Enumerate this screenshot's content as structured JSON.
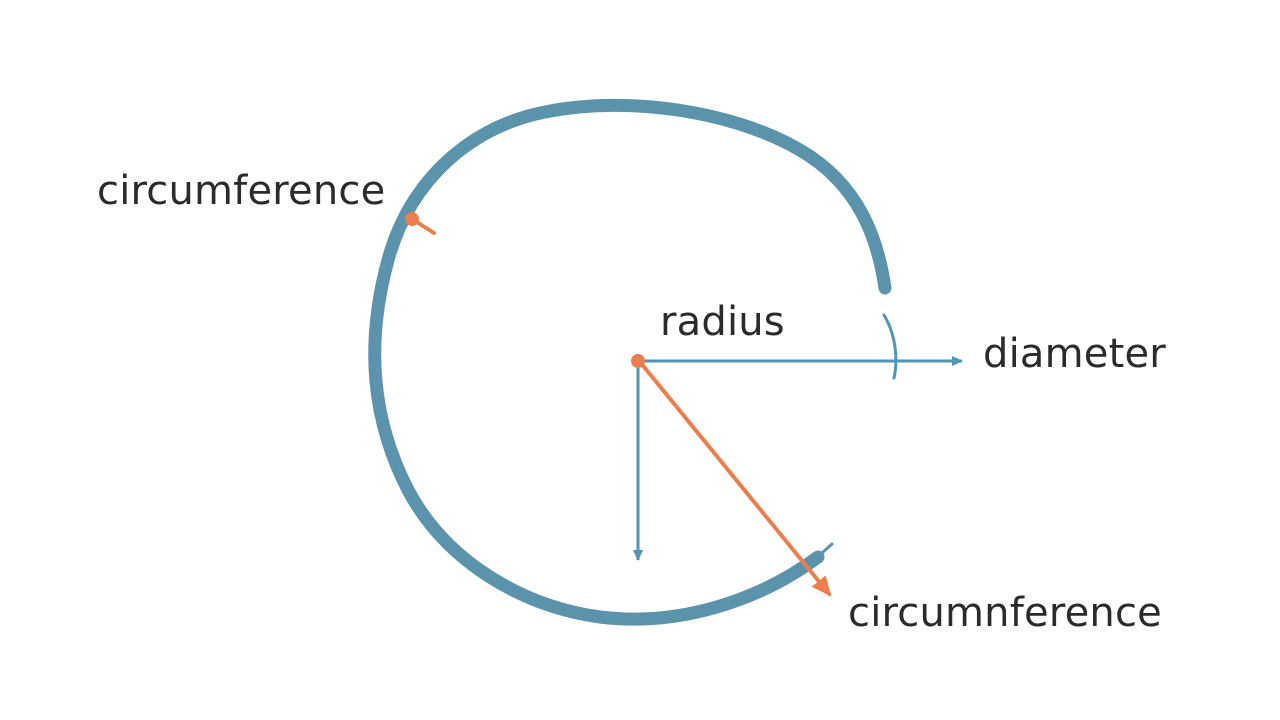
{
  "diagram": {
    "labels": {
      "circumference_top": "circumference",
      "radius": "radius",
      "diameter": "diameter",
      "circumference_bottom": "circumnference"
    },
    "colors": {
      "circle_stroke": "#5b93ad",
      "radius_lines": "#4f95b7",
      "orange_accent": "#ec7e4d",
      "text": "#2b2b2b",
      "background": "#ffffff"
    }
  }
}
